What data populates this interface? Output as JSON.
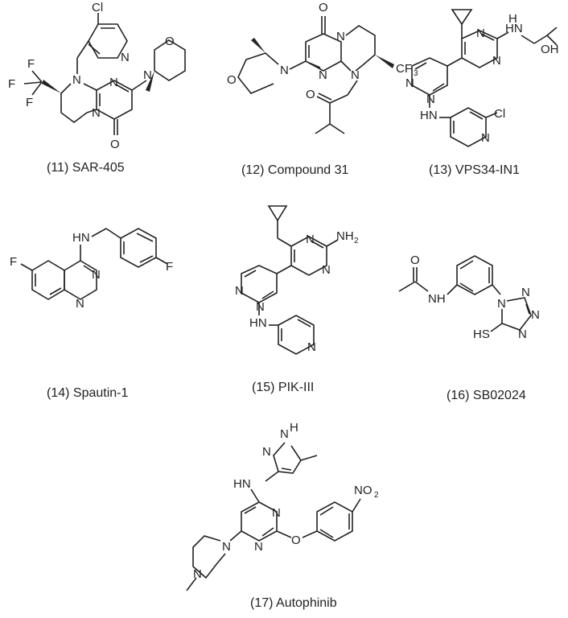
{
  "compounds": [
    {
      "number": "(11)",
      "name": "SAR-405"
    },
    {
      "number": "(12)",
      "name": "Compound 31"
    },
    {
      "number": "(13)",
      "name": "VPS34-IN1"
    },
    {
      "number": "(14)",
      "name": "Spautin-1"
    },
    {
      "number": "(15)",
      "name": "PIK-III"
    },
    {
      "number": "(16)",
      "name": "SB02024"
    },
    {
      "number": "(17)",
      "name": "Autophinib"
    }
  ],
  "atoms": {
    "cl": "Cl",
    "n": "N",
    "o": "O",
    "f": "F",
    "cf3": "CF",
    "three": "3",
    "oh": "OH",
    "hn": "HN",
    "nh": "NH",
    "two": "2",
    "hs": "HS",
    "h": "H",
    "no": "NO"
  }
}
